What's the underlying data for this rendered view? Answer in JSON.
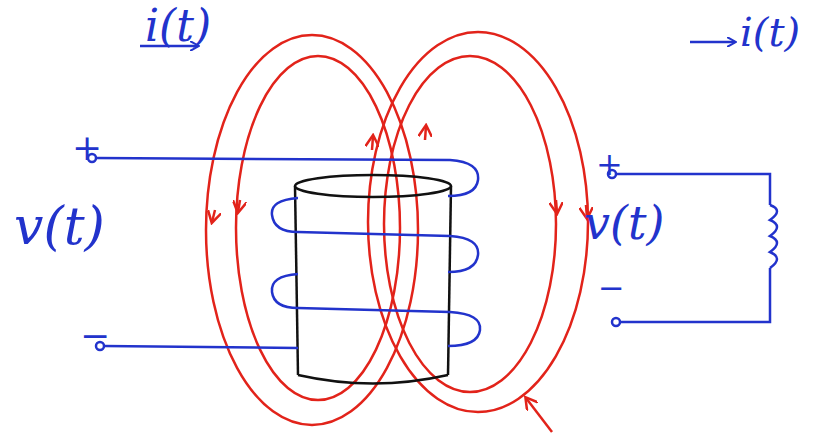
{
  "diagram": {
    "labels": [
      "i(t)",
      "+",
      "v(t)",
      "−",
      "i(t)",
      "+",
      "v(t)",
      "−"
    ]
  }
}
